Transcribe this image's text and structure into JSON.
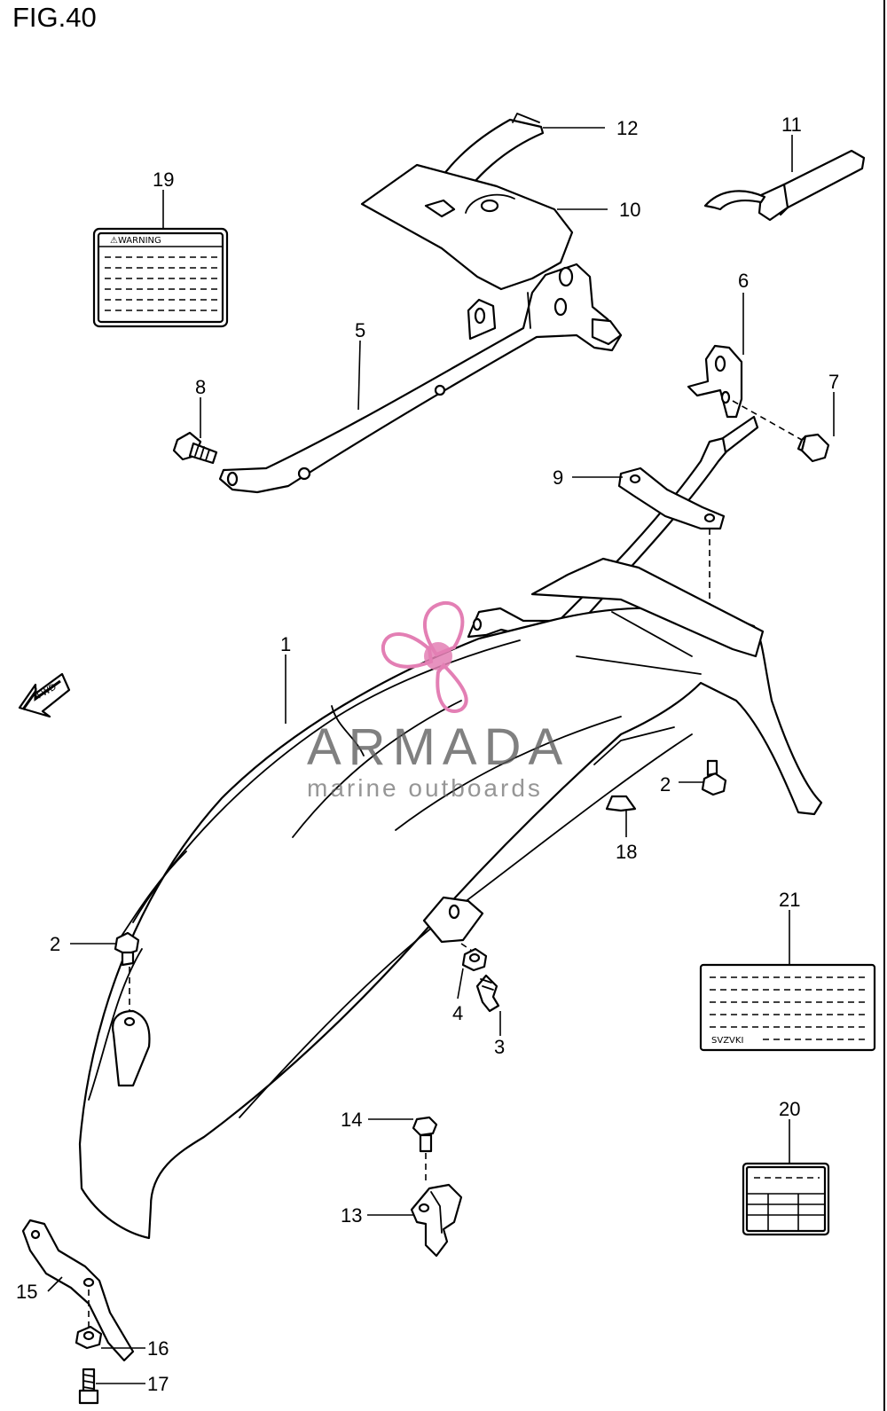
{
  "figure": {
    "title": "FIG.40"
  },
  "labels": {
    "p1": "1",
    "p2a": "2",
    "p2b": "2",
    "p3": "3",
    "p4": "4",
    "p5": "5",
    "p6": "6",
    "p7": "7",
    "p8": "8",
    "p9": "9",
    "p10": "10",
    "p11": "11",
    "p12": "12",
    "p13": "13",
    "p14": "14",
    "p15": "15",
    "p16": "16",
    "p17": "17",
    "p18": "18",
    "p19": "19",
    "p20": "20",
    "p21": "21"
  },
  "warning_label": {
    "heading": "⚠WARNING"
  },
  "suzuki_label": {
    "text": "SVZVKI"
  },
  "fwd_arrow": {
    "text": "FWD"
  },
  "watermark": {
    "brand": "ARMADA",
    "tagline": "marine outboards",
    "logo_colors": [
      "#e37fb4",
      "#f3b6d6"
    ]
  }
}
